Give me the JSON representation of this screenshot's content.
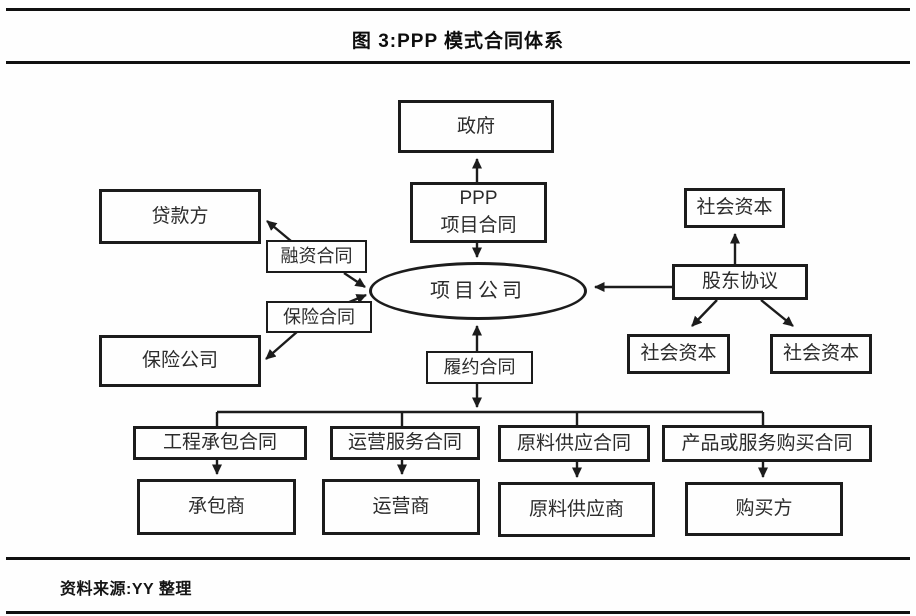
{
  "figure": {
    "title": "图 3:PPP 模式合同体系",
    "source": "资料来源:YY 整理"
  },
  "colors": {
    "ink": "#1a1a1a",
    "background": "#ffffff"
  },
  "diagram": {
    "type": "flowchart",
    "nodes": {
      "government": "政府",
      "ppp_contract_line1": "PPP",
      "ppp_contract_line2": "项目合同",
      "lender": "贷款方",
      "financing_contract": "融资合同",
      "insurance_contract": "保险合同",
      "insurance_company": "保险公司",
      "project_company": "项目公司",
      "shareholder_agreement": "股东协议",
      "social_capital_top": "社会资本",
      "social_capital_left": "社会资本",
      "social_capital_right": "社会资本",
      "performance_contract": "履约合同",
      "construction_contract": "工程承包合同",
      "operation_contract": "运营服务合同",
      "supply_contract": "原料供应合同",
      "purchase_contract": "产品或服务购买合同",
      "contractor": "承包商",
      "operator": "运营商",
      "supplier": "原料供应商",
      "buyer": "购买方"
    },
    "edges": [
      {
        "from": "ppp_contract",
        "to": "government"
      },
      {
        "from": "ppp_contract",
        "to": "project_company"
      },
      {
        "from": "financing_contract",
        "to": "lender"
      },
      {
        "from": "financing_contract",
        "to": "project_company"
      },
      {
        "from": "insurance_contract",
        "to": "project_company"
      },
      {
        "from": "insurance_contract",
        "to": "insurance_company"
      },
      {
        "from": "shareholder_agreement",
        "to": "project_company"
      },
      {
        "from": "shareholder_agreement",
        "to": "social_capital_top"
      },
      {
        "from": "shareholder_agreement",
        "to": "social_capital_left"
      },
      {
        "from": "shareholder_agreement",
        "to": "social_capital_right"
      },
      {
        "from": "performance_contract",
        "to": "project_company"
      },
      {
        "from": "performance_contract",
        "to": "construction_contract"
      },
      {
        "from": "performance_contract",
        "to": "operation_contract"
      },
      {
        "from": "performance_contract",
        "to": "supply_contract"
      },
      {
        "from": "performance_contract",
        "to": "purchase_contract"
      },
      {
        "from": "construction_contract",
        "to": "contractor"
      },
      {
        "from": "operation_contract",
        "to": "operator"
      },
      {
        "from": "supply_contract",
        "to": "supplier"
      },
      {
        "from": "purchase_contract",
        "to": "buyer"
      }
    ]
  }
}
